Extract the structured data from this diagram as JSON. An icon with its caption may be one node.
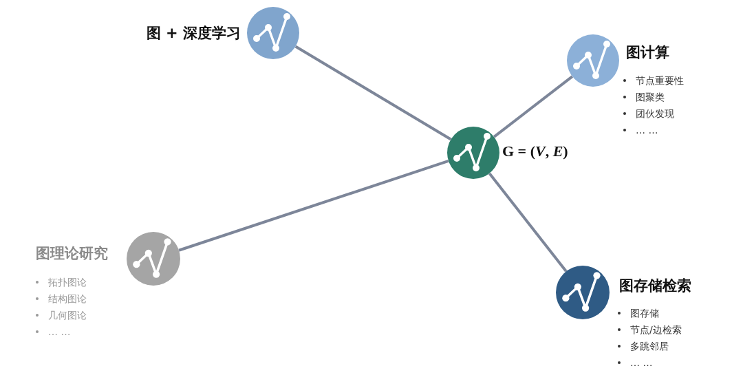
{
  "diagram": {
    "nodes": [
      {
        "text": [
          "图 + 深度学习"
        ]
      },
      {
        "text": [
          "图计算",
          "节点重要性",
          "图聚类",
          "团伙发现",
          "… …"
        ]
      },
      {
        "text": [
          "G = (*V*, *E*)"
        ]
      },
      {
        "text": [
          "图理论研究",
          "拓扑图论",
          "结构图论",
          "几何图论",
          "… …"
        ]
      },
      {
        "text": [
          "图存储检索",
          "图存储",
          "节点/边检索",
          "多跳邻居",
          "… …"
        ]
      }
    ],
    "edges": [
      {
        "from": 2,
        "to": 0,
        "arrow": "none"
      },
      {
        "from": 2,
        "to": 1,
        "arrow": "none"
      },
      {
        "from": 2,
        "to": 3,
        "arrow": "none"
      },
      {
        "from": 2,
        "to": 4,
        "arrow": "none"
      }
    ]
  }
}
